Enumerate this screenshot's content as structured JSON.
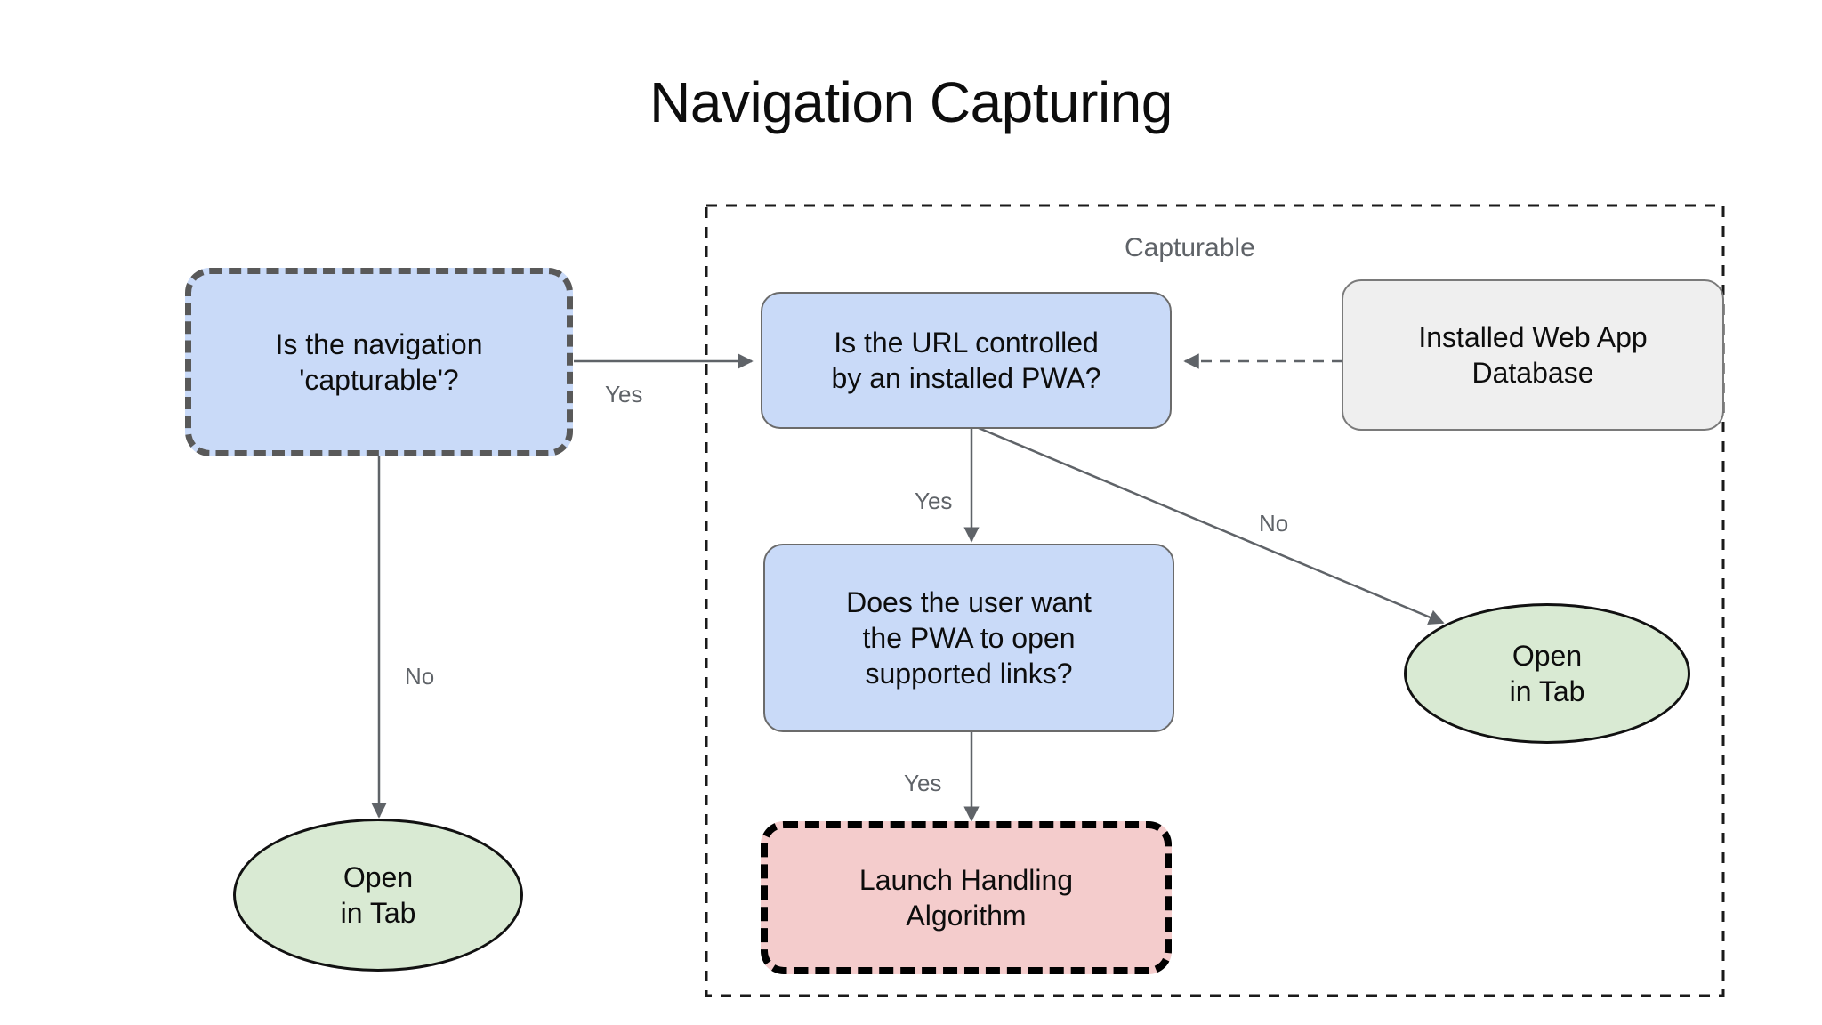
{
  "page": {
    "title": "Navigation Capturing",
    "background_color": "#ffffff"
  },
  "group": {
    "name": "capturable-group",
    "label": "Capturable",
    "border_style": "dashed",
    "border_color": "#1a1a1a"
  },
  "colors": {
    "blue_fill": "#c9daf8",
    "grey_fill": "#efefef",
    "pink_fill": "#f4cccc",
    "green_fill": "#d9ead3",
    "dashed_border": "#595959",
    "solid_border": "#6b6b6b",
    "edge_line": "#5f6368",
    "label_text": "#5f6368",
    "node_text": "#0d0d0d"
  },
  "nodes": [
    {
      "id": "is-navigation-capturable",
      "label": "Is the navigation\n'capturable'?",
      "line1": "Is the navigation",
      "line2": "'capturable'?",
      "shape": "rounded-rect",
      "style": "blue-thick-dashed"
    },
    {
      "id": "is-url-controlled-by-pwa",
      "label": "Is the URL controlled\nby an installed PWA?",
      "line1": "Is the URL controlled",
      "line2": "by an installed PWA?",
      "shape": "rounded-rect",
      "style": "blue-solid"
    },
    {
      "id": "installed-web-app-database",
      "label": "Installed Web App\nDatabase",
      "line1": "Installed Web App",
      "line2": "Database",
      "shape": "rounded-rect",
      "style": "grey-solid"
    },
    {
      "id": "does-user-want-pwa-open-links",
      "label": "Does the user want\nthe PWA to open\nsupported links?",
      "line1": "Does the user want",
      "line2": "the PWA to open",
      "line3": "supported links?",
      "shape": "rounded-rect",
      "style": "blue-solid"
    },
    {
      "id": "launch-handling-algorithm",
      "label": "Launch Handling\nAlgorithm",
      "line1": "Launch Handling",
      "line2": "Algorithm",
      "shape": "rounded-rect",
      "style": "pink-thick-dashed"
    },
    {
      "id": "open-in-tab-left",
      "label": "Open\nin Tab",
      "line1": "Open",
      "line2": "in Tab",
      "shape": "ellipse",
      "style": "green-solid"
    },
    {
      "id": "open-in-tab-right",
      "label": "Open\nin Tab",
      "line1": "Open",
      "line2": "in Tab",
      "shape": "ellipse",
      "style": "green-solid"
    }
  ],
  "edges": [
    {
      "id": "capturable-yes",
      "from": "is-navigation-capturable",
      "to": "is-url-controlled-by-pwa",
      "label": "Yes",
      "style": "solid",
      "arrow": true
    },
    {
      "id": "capturable-no",
      "from": "is-navigation-capturable",
      "to": "open-in-tab-left",
      "label": "No",
      "style": "solid",
      "arrow": true
    },
    {
      "id": "url-controlled-yes",
      "from": "is-url-controlled-by-pwa",
      "to": "does-user-want-pwa-open-links",
      "label": "Yes",
      "style": "solid",
      "arrow": true
    },
    {
      "id": "url-controlled-no",
      "from": "is-url-controlled-by-pwa",
      "to": "open-in-tab-right",
      "label": "No",
      "style": "solid",
      "arrow": true
    },
    {
      "id": "user-want-yes",
      "from": "does-user-want-pwa-open-links",
      "to": "launch-handling-algorithm",
      "label": "Yes",
      "style": "solid",
      "arrow": true
    },
    {
      "id": "database-lookup",
      "from": "installed-web-app-database",
      "to": "is-url-controlled-by-pwa",
      "label": "",
      "style": "dashed",
      "arrow": true
    }
  ],
  "edge_labels": {
    "capturable_yes": "Yes",
    "capturable_no": "No",
    "url_yes": "Yes",
    "url_no": "No",
    "user_yes": "Yes"
  }
}
